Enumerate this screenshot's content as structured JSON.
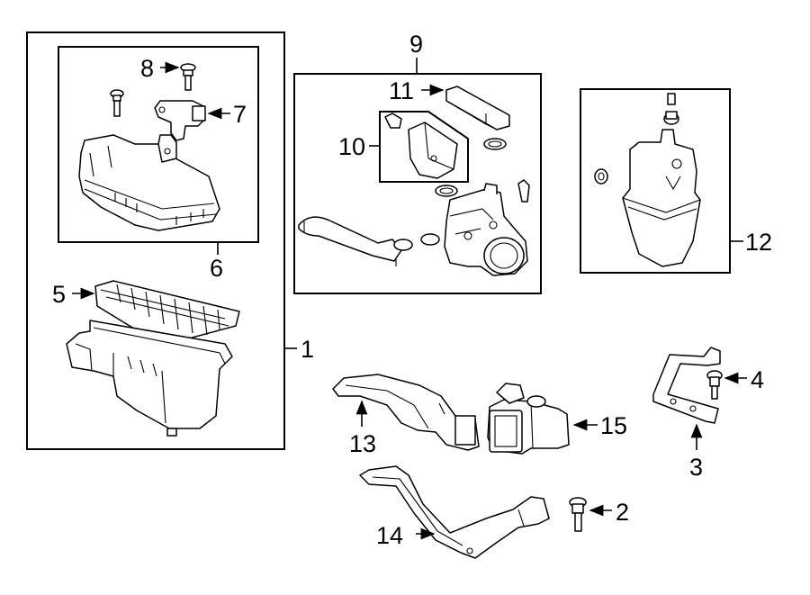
{
  "callouts": {
    "n1": "1",
    "n2": "2",
    "n3": "3",
    "n4": "4",
    "n5": "5",
    "n6": "6",
    "n7": "7",
    "n8": "8",
    "n9": "9",
    "n10": "10",
    "n11": "11",
    "n12": "12",
    "n13": "13",
    "n14": "14",
    "n15": "15"
  },
  "colors": {
    "line": "#000000",
    "background": "#ffffff"
  }
}
